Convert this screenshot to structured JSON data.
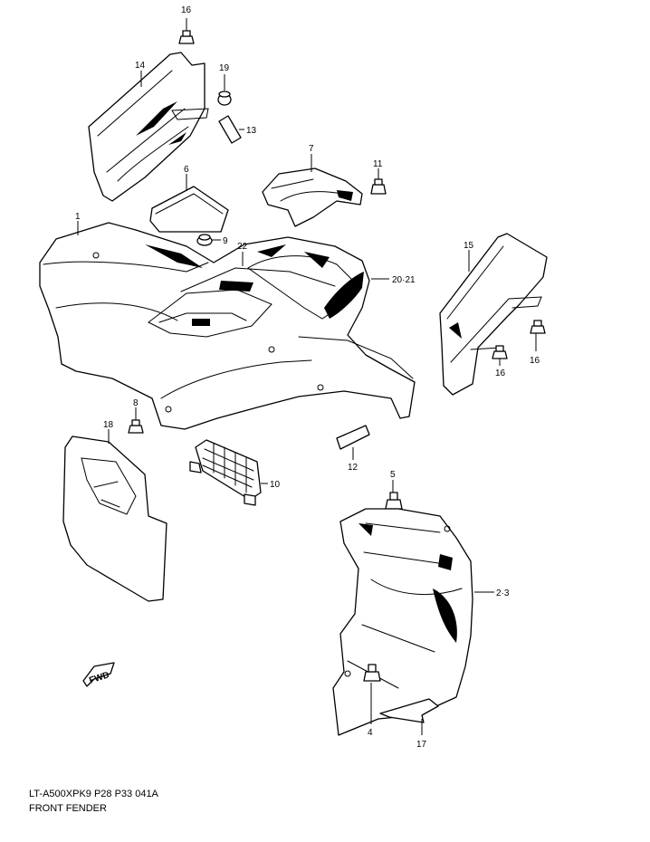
{
  "callouts": [
    "16",
    "14",
    "19",
    "13",
    "7",
    "11",
    "6",
    "1",
    "9",
    "22",
    "15",
    "20·21",
    "16",
    "16",
    "8",
    "18",
    "10",
    "12",
    "5",
    "2·3",
    "4",
    "17"
  ],
  "fwd_label": "FWD",
  "footer": {
    "code": "LT-A500XPK9  P28  P33  041A",
    "title": "FRONT FENDER"
  }
}
